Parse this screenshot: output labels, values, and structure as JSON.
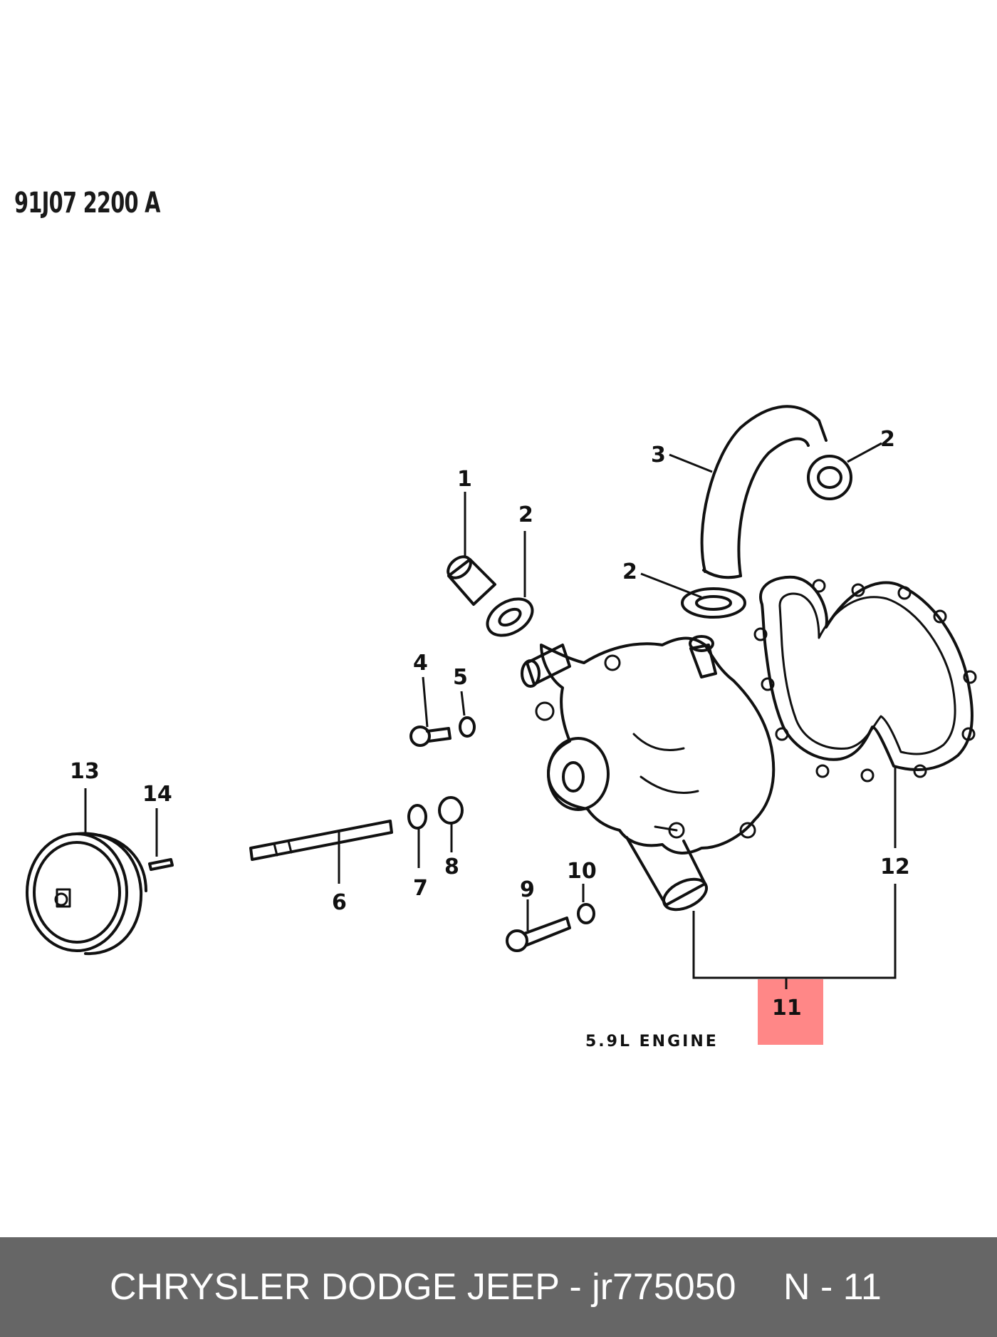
{
  "diagram": {
    "doc_code": "91J07 2200 A",
    "engine_label": "5.9L ENGINE",
    "highlighted_callout": "11",
    "callouts": [
      "1",
      "2",
      "2",
      "2",
      "3",
      "4",
      "5",
      "6",
      "7",
      "8",
      "9",
      "10",
      "11",
      "12",
      "13",
      "14"
    ]
  },
  "footer": {
    "brand_and_part": "CHRYSLER DODGE JEEP - jr775050",
    "callout_ref": "N - 11"
  },
  "colors": {
    "footer_bg": "#666666",
    "highlight": "#ff7a7a",
    "ink": "#111111"
  }
}
